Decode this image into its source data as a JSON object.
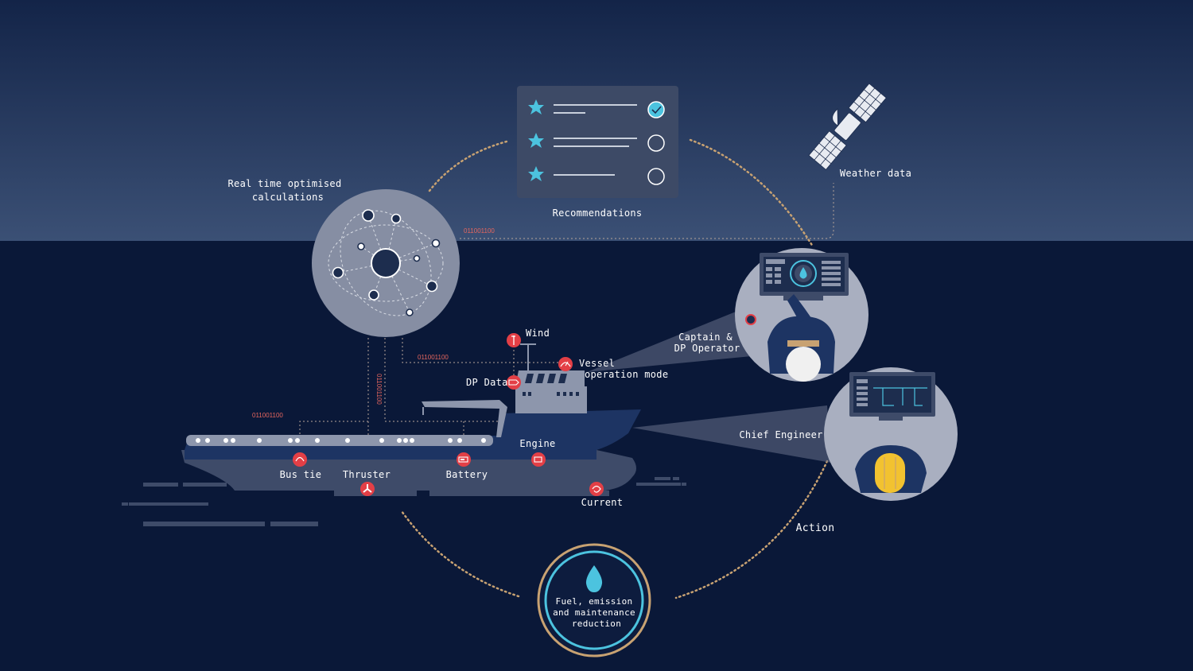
{
  "colors": {
    "sky_top": "#172a4f",
    "sky_bottom": "#3a4f73",
    "sea": "#0a1838",
    "accent_red": "#e33f46",
    "accent_teal": "#4cc3df",
    "accent_gold": "#c8a272",
    "panel": "#3d4a66",
    "circle_fill": "#868ea3"
  },
  "recommendations": {
    "title": "Recommendations",
    "items": [
      {
        "icon": "star-icon",
        "status": "checked"
      },
      {
        "icon": "star-icon",
        "status": "unchecked"
      },
      {
        "icon": "star-icon",
        "status": "unchecked"
      }
    ]
  },
  "weather": {
    "label": "Weather data",
    "icon": "satellite-icon"
  },
  "realtime": {
    "line1": "Real time optimised",
    "line2": "calculations"
  },
  "binary": {
    "a": "011001100",
    "b": "011001100",
    "c": "011001100",
    "d": "011001100"
  },
  "sensors": {
    "wind": "Wind",
    "vessel_line1": "Vessel",
    "vessel_line2": "operation mode",
    "dp_data": "DP Data",
    "engine": "Engine",
    "bus_tie": "Bus tie",
    "thruster": "Thruster",
    "battery": "Battery",
    "current": "Current"
  },
  "crew": {
    "captain_line1": "Captain &",
    "captain_line2": "DP Operator",
    "chief": "Chief Engineer"
  },
  "action": {
    "label": "Action"
  },
  "outcome": {
    "line1": "Fuel, emission",
    "line2": "and maintenance",
    "line3": "reduction",
    "icon": "droplet-icon"
  }
}
